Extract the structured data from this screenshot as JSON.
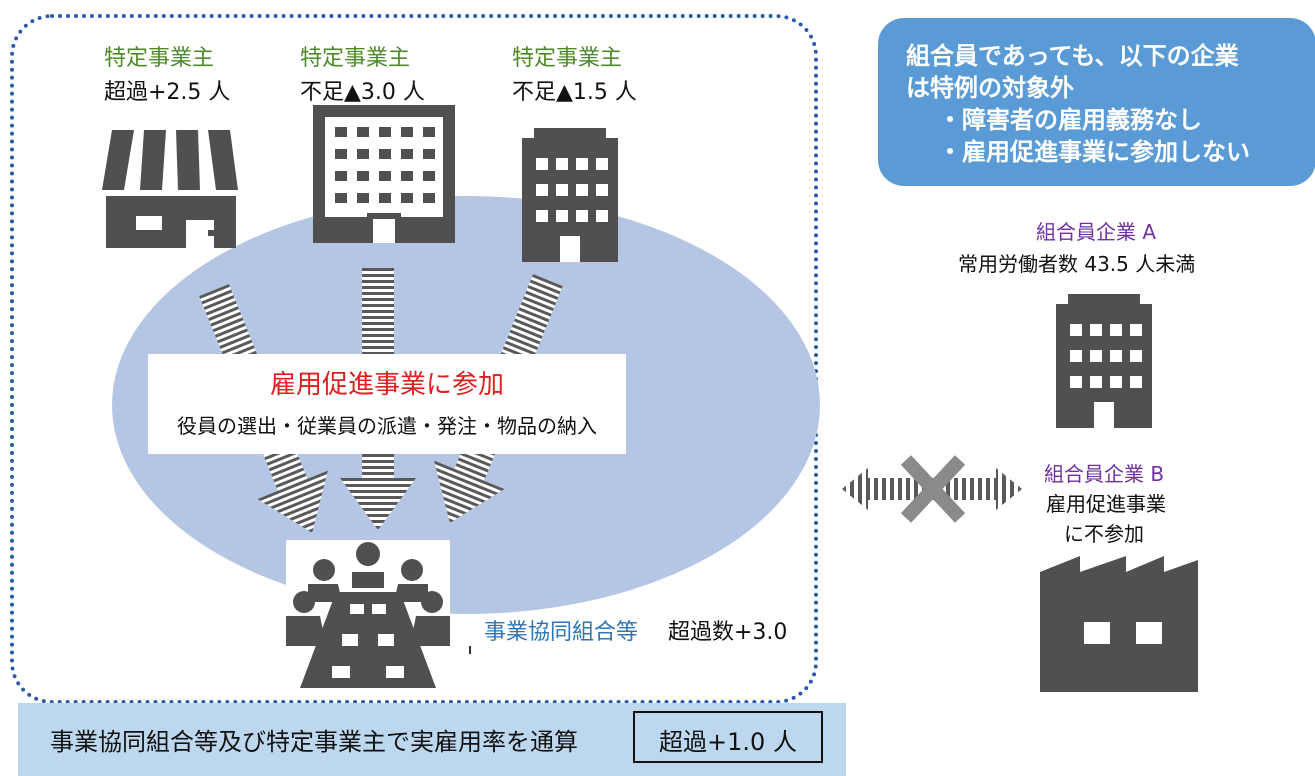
{
  "employers": [
    {
      "title": "特定事業主",
      "status": "超過+2.5 人"
    },
    {
      "title": "特定事業主",
      "status": "不足▲3.0 人"
    },
    {
      "title": "特定事業主",
      "status": "不足▲1.5 人"
    }
  ],
  "participation": {
    "title": "雇用促進事業に参加",
    "subtitle": "役員の選出・従業員の派遣・発注・物品の納入"
  },
  "cooperative": {
    "label": "事業協同組合等",
    "excess": "超過数+3.0"
  },
  "bottom_banner": {
    "text": "事業協同組合等及び特定事業主で実雇用率を通算",
    "boxed": "超過+1.0 人"
  },
  "exclusion": {
    "line1": "組合員であっても、以下の企業",
    "line2": "は特例の対象外",
    "line3": "・障害者の雇用義務なし",
    "line4": "・雇用促進事業に参加しない"
  },
  "member_a": {
    "title": "組合員企業 A",
    "desc": "常用労働者数 43.5 人未満"
  },
  "member_b": {
    "title": "組合員企業 B",
    "desc1": "雇用促進事業",
    "desc2": "に不参加"
  },
  "colors": {
    "accent_blue": "#5b9bd5",
    "ellipse": "#b4c6e4",
    "banner": "#bdd7ee",
    "icon_gray": "#505050",
    "title_green": "#4f8a2a",
    "title_purple": "#7030a0",
    "emphasis_red": "#e02020"
  }
}
